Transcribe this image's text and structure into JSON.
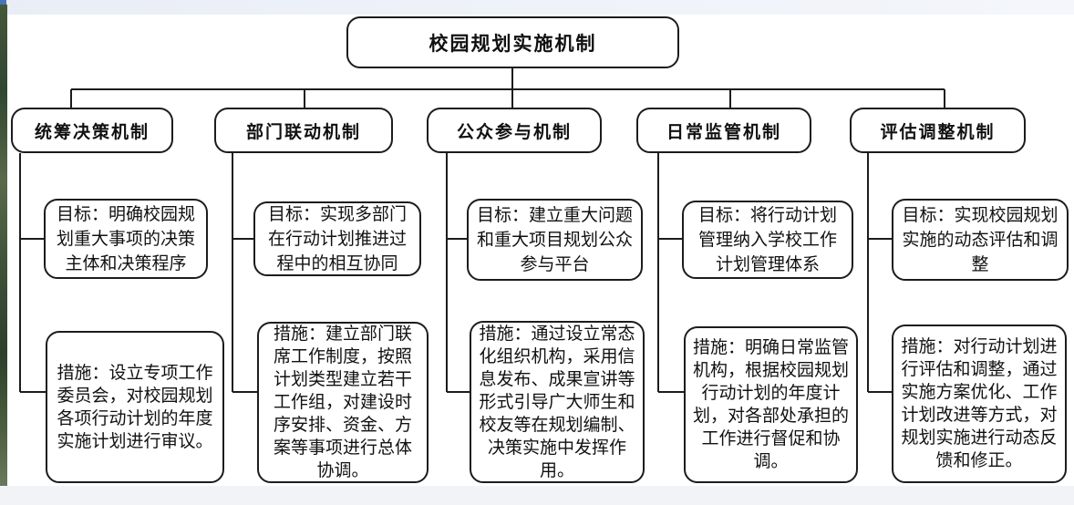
{
  "title": "校园规划实施机制",
  "columns": [
    {
      "header": "统筹决策机制",
      "goal": "目标：明确校园规划重大事项的决策主体和决策程序",
      "measure": "措施：设立专项工作委员会，对校园规划各项行动计划的年度实施计划进行审议。"
    },
    {
      "header": "部门联动机制",
      "goal": "目标：实现多部门在行动计划推进过程中的相互协同",
      "measure": "措施：建立部门联席工作制度，按照计划类型建立若干工作组，对建设时序安排、资金、方案等事项进行总体协调。"
    },
    {
      "header": "公众参与机制",
      "goal": "目标：建立重大问题和重大项目规划公众参与平台",
      "measure": "措施：通过设立常态化组织机构，采用信息发布、成果宣讲等形式引导广大师生和校友等在规划编制、决策实施中发挥作用。"
    },
    {
      "header": "日常监管机制",
      "goal": "目标：将行动计划管理纳入学校工作计划管理体系",
      "measure": "措施：明确日常监管机构，根据校园规划行动计划的年度计划，对各部处承担的工作进行督促和协调。"
    },
    {
      "header": "评估调整机制",
      "goal": "目标：实现校园规划实施的动态评估和调整",
      "measure": "措施：对行动计划进行评估和调整，通过实施方案优化、工作计划改进等方式，对规划实施进行动态反馈和修正。"
    }
  ],
  "colors": {
    "line": "#1c1c1c",
    "box_background": "#ffffff",
    "top_strip": "#eef1f8",
    "bottom_strip": "#f1f3f7",
    "left_strip_green": "#3f5436",
    "corner_sliver_blue": "#4676b8"
  }
}
